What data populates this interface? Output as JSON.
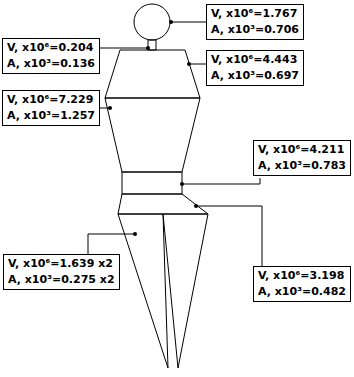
{
  "diagram": {
    "nodes": [
      {
        "text": [
          "V, x10⁶=1.767",
          "A, x10³=0.706"
        ]
      },
      {
        "text": [
          "V, x10⁶=0.204",
          "A, x10³=0.136"
        ]
      },
      {
        "text": [
          "V, x10⁶=4.443",
          "A, x10³=0.697"
        ]
      },
      {
        "text": [
          "V, x10⁶=7.229",
          "A, x10³=1.257"
        ]
      },
      {
        "text": [
          "V, x10⁶=4.211",
          "A, x10³=0.783"
        ]
      },
      {
        "text": [
          "V, x10⁶=1.639 x2",
          "A, x10³=0.275 x2"
        ]
      },
      {
        "text": [
          "V, x10⁶=3.198",
          "A, x10³=0.482"
        ]
      }
    ]
  }
}
